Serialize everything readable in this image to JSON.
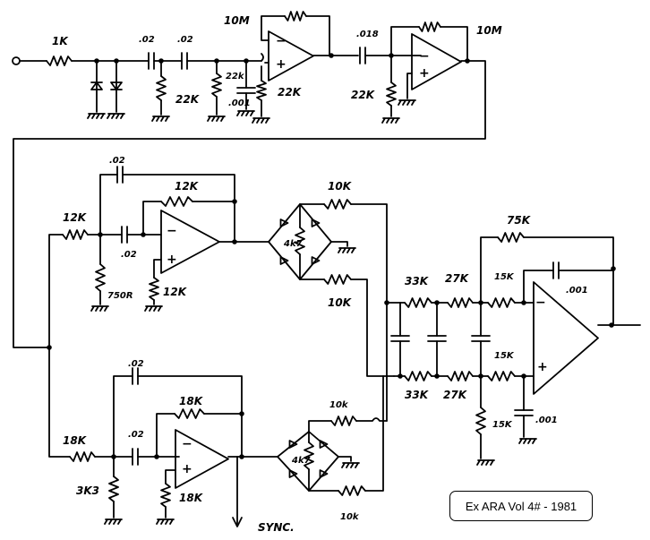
{
  "top": {
    "r_in": "1K",
    "c1": ".02",
    "c2": ".02",
    "r1": "22K",
    "r2": "22k",
    "c3": ".001",
    "r3": "22K",
    "rf1": "10M",
    "c4": ".018",
    "r4": "22K",
    "rf2": "10M"
  },
  "mid": {
    "c_fb": ".02",
    "r_fb": "12K",
    "r_in": "12K",
    "c_in": ".02",
    "r_gnd": "750R",
    "r_plus": "12K",
    "bridge": "4k7",
    "r_top": "10K",
    "r_bot": "10K"
  },
  "low": {
    "c_fb": ".02",
    "r_fb": "18K",
    "r_in": "18K",
    "c_in": ".02",
    "r_gnd": "3K3",
    "r_plus": "18K",
    "bridge": "4k7",
    "r_top": "10k",
    "r_bot": "10k",
    "sync": "SYNC."
  },
  "filter": {
    "r_top1": "33K",
    "r_top2": "27K",
    "r_top3": "15K",
    "r_bot1": "33K",
    "r_bot2": "27K",
    "r_bot3": "15K",
    "r_fb": "75K",
    "c_fb": ".001",
    "r_gnd": "15K",
    "c_gnd": ".001"
  },
  "opamp_signs": {
    "minus": "−",
    "plus": "+"
  },
  "caption": "Ex ARA Vol 4# - 1981"
}
